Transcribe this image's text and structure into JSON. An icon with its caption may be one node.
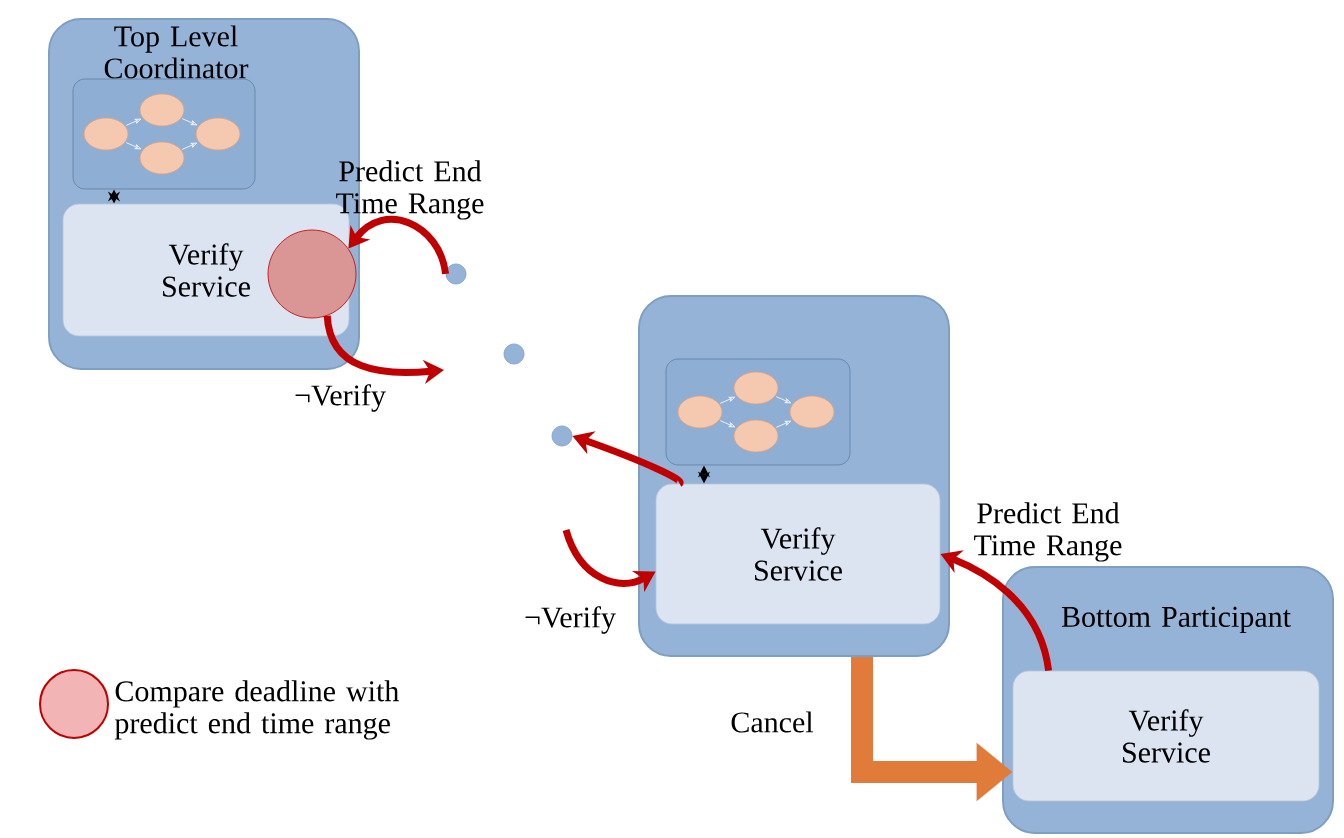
{
  "diagram": {
    "nodes": [
      {
        "text": [
          "Top Level Coordinator"
        ]
      },
      {
        "text": [],
        "shape": "box",
        "in": 0
      },
      {
        "text": [
          "Verify Service"
        ],
        "in": 0
      },
      {
        "text": [],
        "shape": "circle",
        "in": 0
      },
      {
        "text": [],
        "shape": "circle"
      },
      {
        "text": [],
        "shape": "circle"
      },
      {
        "text": [],
        "shape": "circle"
      },
      {
        "text": [],
        "shape": "box"
      },
      {
        "text": [],
        "shape": "box",
        "in": 7
      },
      {
        "text": [
          "Verify Service"
        ],
        "in": 7
      },
      {
        "text": [
          "Bottom Participant"
        ]
      },
      {
        "text": [
          "Verify Service"
        ],
        "in": 10
      }
    ],
    "edges": [
      {
        "from": 1,
        "to": 2,
        "arrow": "both",
        "color": "#000000"
      },
      {
        "from": 4,
        "to": 3,
        "arrow": "to",
        "label": "Predict End Time Range"
      },
      {
        "from": 3,
        "to": null,
        "arrow": "to",
        "label": "¬Verify"
      },
      {
        "from": null,
        "to": 9,
        "arrow": "to",
        "label": "¬Verify"
      },
      {
        "from": 9,
        "to": 6,
        "arrow": "to"
      },
      {
        "from": 11,
        "to": 9,
        "arrow": "to",
        "label": "Predict End Time Range"
      },
      {
        "from": 8,
        "to": 9,
        "arrow": "both",
        "color": "#000000"
      },
      {
        "from": 7,
        "to": 11,
        "arrow": "to",
        "label": "Cancel",
        "style": "thick",
        "color": "#e07b39"
      }
    ],
    "legend": [
      {
        "text": "Compare deadline with predict end time range",
        "color": "#f2b4b4"
      }
    ]
  }
}
